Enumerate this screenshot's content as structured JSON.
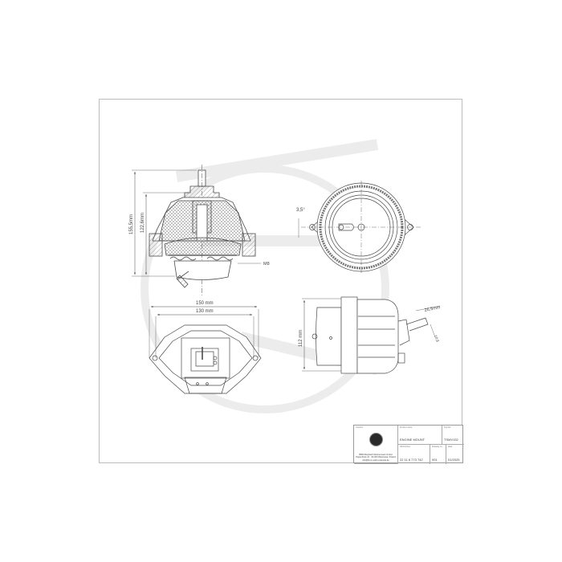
{
  "drawing": {
    "views": {
      "side_section": {
        "dimensions": {
          "overall_height": "155,5mm",
          "body_height": "122,6mm",
          "thread": "M8"
        }
      },
      "top": {
        "dimensions": {
          "angle": "3,5°"
        }
      },
      "bottom": {
        "dimensions": {
          "overall_width": "150 mm",
          "hole_spacing": "130 mm"
        }
      },
      "side": {
        "dimensions": {
          "height": "112 mm",
          "connector_length": "26,5mm",
          "connector_width": "10,8"
        }
      }
    }
  },
  "title_block": {
    "importer_label": "Importer",
    "importer_address": [
      "BMM Maybach Motorenwerk GmbH",
      "Papenbrink 41 · 00-000 Warszawa, Poland",
      "info@bmm-parts.example.de"
    ],
    "product_name_label": "Product name",
    "product_name": "ENGINE MOUNT",
    "symbol_label": "Symbol",
    "symbol": "TSMV152",
    "oe_number_label": "OE Number",
    "oe_number": "22 11 6 773 742",
    "drawing_no_label": "Drawing no.",
    "drawing_no": "001",
    "date_label": "Date",
    "date": "01/2025"
  },
  "colors": {
    "line": "#4a4a4a",
    "frame": "#bdbdbd",
    "watermark": "#ececec"
  }
}
